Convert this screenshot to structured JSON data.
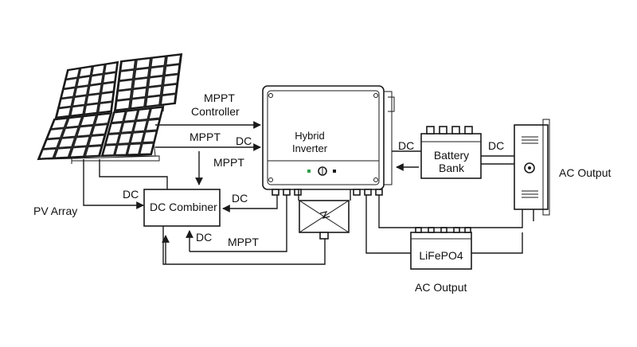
{
  "labels": {
    "pv_array": "PV Array",
    "dc_combiner": "DC Combiner",
    "mppt_controller_line1": "MPPT",
    "mppt_controller_line2": "Controller",
    "mppt_1": "MPPT",
    "dc_1": "DC",
    "mppt_2": "MPPT",
    "dc_combiner_input": "DC",
    "dc_to_combiner": "DC",
    "dc_lower": "DC",
    "mppt_lower": "MPPT",
    "inverter_line1": "Hybrid",
    "inverter_line2": "Inverter",
    "dc_inverter_battery": "DC",
    "battery_bank_line1": "Battery",
    "battery_bank_line2": "Bank",
    "dc_battery_panel": "DC",
    "ac_output_right": "AC Output",
    "lifepo4": "LiFePO4",
    "ac_output_bottom": "AC Output"
  },
  "colors": {
    "line": "#1a1a1a",
    "led_green": "#2f9e4a",
    "panel_dark": "#2a2a2a"
  },
  "icons": {
    "inverter_knob": "power-knob-icon",
    "mppt_box": "lightning-icon",
    "arrow": "arrow-icon"
  }
}
